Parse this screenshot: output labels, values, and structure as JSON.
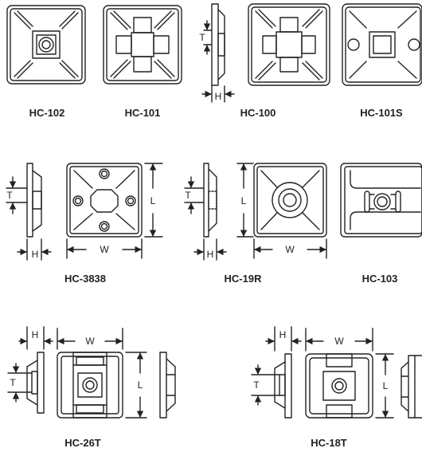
{
  "parts": {
    "hc102": "HC-102",
    "hc101": "HC-101",
    "hc100": "HC-100",
    "hc101s": "HC-101S",
    "hc3838": "HC-3838",
    "hc19r": "HC-19R",
    "hc103": "HC-103",
    "hc26t": "HC-26T",
    "hc18t": "HC-18T"
  },
  "dims": {
    "t": "T",
    "h": "H",
    "l": "L",
    "w": "W"
  },
  "colors": {
    "stroke": "#222222",
    "fill": "#ffffff"
  }
}
